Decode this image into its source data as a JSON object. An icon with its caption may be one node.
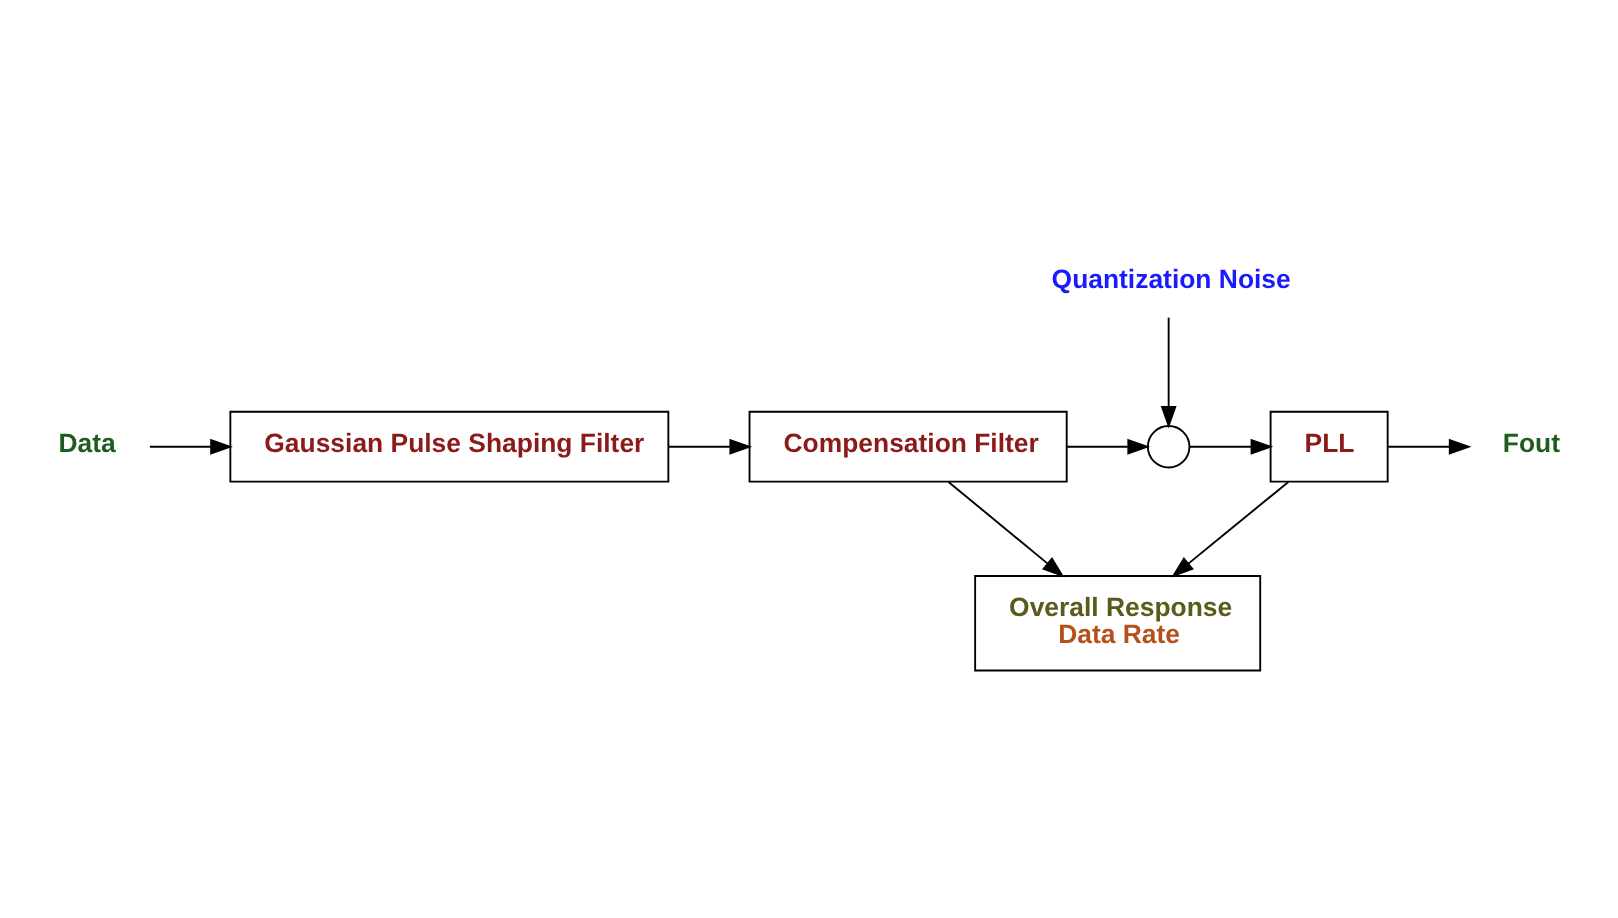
{
  "diagram": {
    "nodes": [
      {
        "text": [
          "Data"
        ]
      },
      {
        "text": [
          "Gaussian Pulse Shaping Filter"
        ]
      },
      {
        "text": [
          "Compensation Filter"
        ]
      },
      {
        "text": [
          "Quantization Noise"
        ]
      },
      {
        "text": [],
        "shape": "circle"
      },
      {
        "text": [
          "PLL"
        ]
      },
      {
        "text": [
          "Fout"
        ]
      },
      {
        "text": [
          "Overall Response",
          "Data Rate"
        ]
      }
    ],
    "edges": [
      {
        "from": 0,
        "to": 1,
        "arrow": "to"
      },
      {
        "from": 1,
        "to": 2,
        "arrow": "to"
      },
      {
        "from": 2,
        "to": 4,
        "arrow": "to"
      },
      {
        "from": 3,
        "to": 4,
        "arrow": "to"
      },
      {
        "from": 4,
        "to": 5,
        "arrow": "to"
      },
      {
        "from": 5,
        "to": 6,
        "arrow": "to"
      },
      {
        "from": 2,
        "to": 7,
        "arrow": "to"
      },
      {
        "from": 5,
        "to": 7,
        "arrow": "to"
      }
    ]
  }
}
